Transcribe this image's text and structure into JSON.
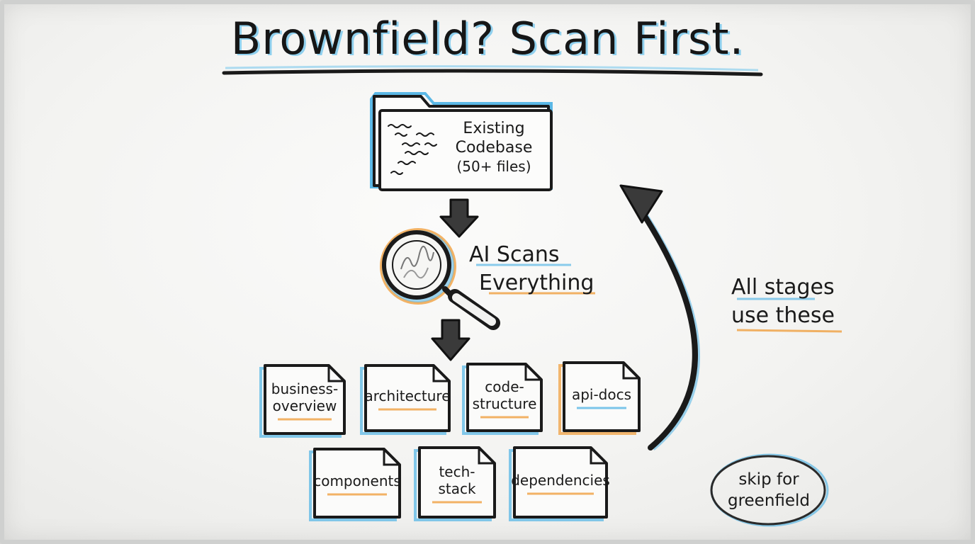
{
  "title": "Brownfield? Scan First.",
  "source": {
    "label_line1": "Existing",
    "label_line2": "Codebase",
    "label_line3": "(50+ files)",
    "icon": "folder-icon"
  },
  "scan": {
    "label_line1": "AI Scans",
    "label_line2": "Everything",
    "icon": "magnifying-glass-icon"
  },
  "documents": [
    {
      "line1": "business-",
      "line2": "overview",
      "accent": "#5bb8e6"
    },
    {
      "line1": "architecture",
      "line2": "",
      "accent": "#5bb8e6"
    },
    {
      "line1": "code-",
      "line2": "structure",
      "accent": "#5bb8e6"
    },
    {
      "line1": "api-docs",
      "line2": "",
      "accent": "#f0a040"
    },
    {
      "line1": "components",
      "line2": "",
      "accent": "#5bb8e6"
    },
    {
      "line1": "tech-",
      "line2": "stack",
      "accent": "#5bb8e6"
    },
    {
      "line1": "dependencies",
      "line2": "",
      "accent": "#5bb8e6"
    }
  ],
  "feedback": {
    "label_line1": "All stages",
    "label_line2": "use these"
  },
  "note": {
    "label_line1": "skip for",
    "label_line2": "greenfield"
  },
  "colors": {
    "ink": "#1e1e1e",
    "blue_highlight": "#5bb8e6",
    "orange_highlight": "#f0a040"
  }
}
